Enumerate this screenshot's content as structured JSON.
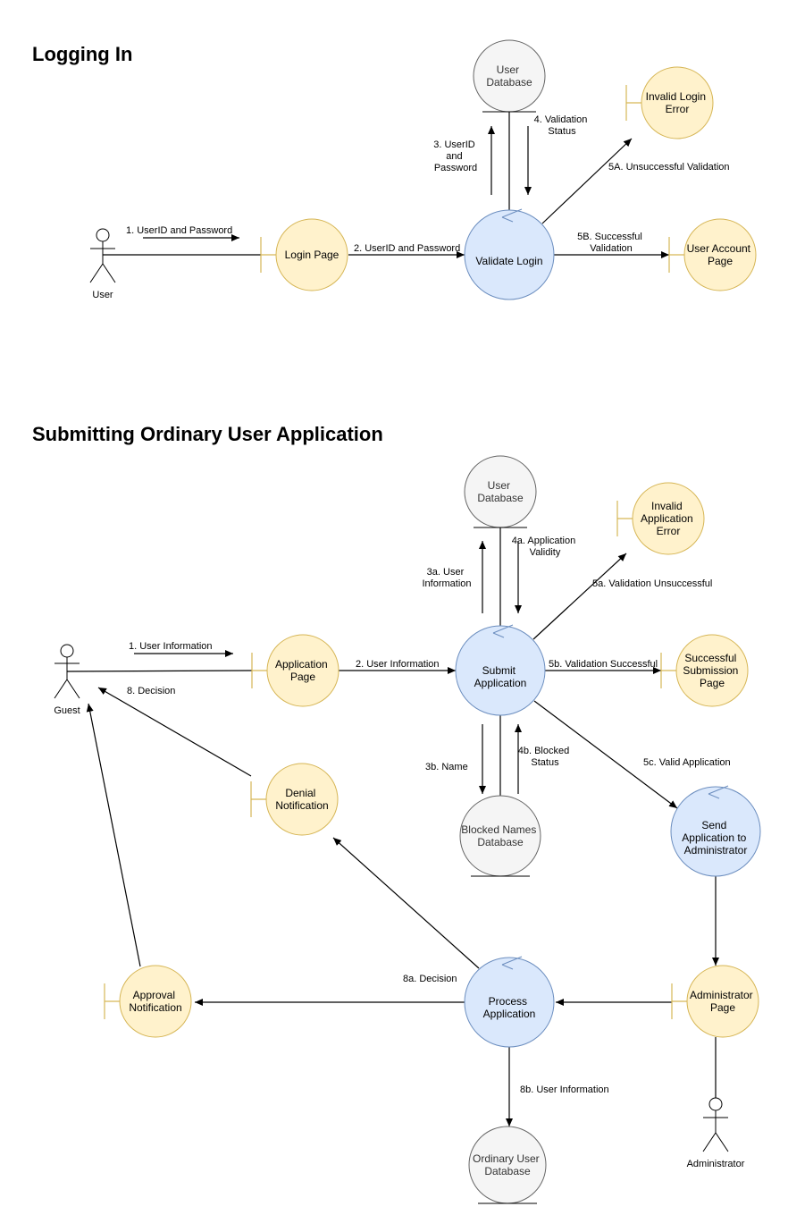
{
  "sections": [
    {
      "title": "Logging In"
    },
    {
      "title": "Submitting Ordinary User Application"
    }
  ],
  "actors": {
    "user": "User",
    "guest": "Guest",
    "administrator": "Administrator"
  },
  "login": {
    "nodes": {
      "login_page": [
        "Login Page"
      ],
      "validate_login": [
        "Validate Login"
      ],
      "user_database": [
        "User",
        "Database"
      ],
      "invalid_login_error": [
        "Invalid Login",
        "Error"
      ],
      "user_account_page": [
        "User Account",
        "Page"
      ]
    },
    "messages": {
      "m1": [
        "1. UserID and Password"
      ],
      "m2": [
        "2. UserID and Password"
      ],
      "m3": [
        "3. UserID",
        "and",
        "Password"
      ],
      "m4": [
        "4. Validation",
        "Status"
      ],
      "m5a": [
        "5A. Unsuccessful Validation"
      ],
      "m5b": [
        "5B. Successful",
        "Validation"
      ]
    }
  },
  "application": {
    "nodes": {
      "application_page": [
        "Application",
        "Page"
      ],
      "submit_application": [
        "Submit",
        "Application"
      ],
      "user_database": [
        "User",
        "Database"
      ],
      "invalid_application_error": [
        "Invalid",
        "Application",
        "Error"
      ],
      "successful_submission_page": [
        "Successful",
        "Submission",
        "Page"
      ],
      "blocked_names_database": [
        "Blocked Names",
        "Database"
      ],
      "send_to_admin": [
        "Send",
        "Application to",
        "Administrator"
      ],
      "denial_notification": [
        "Denial",
        "Notification"
      ],
      "administrator_page": [
        "Administrator",
        "Page"
      ],
      "process_application": [
        "Process",
        "Application"
      ],
      "approval_notification": [
        "Approval",
        "Notification"
      ],
      "ordinary_user_database": [
        "Ordinary User",
        "Database"
      ]
    },
    "messages": {
      "m1": [
        "1. User Information"
      ],
      "m2": [
        "2. User Information"
      ],
      "m3a": [
        "3a. User",
        "Information"
      ],
      "m4a": [
        "4a. Application",
        "Validity"
      ],
      "m5a": [
        "5a. Validation Unsuccessful"
      ],
      "m5b": [
        "5b. Validation Successful"
      ],
      "m5c": [
        "5c. Valid Application"
      ],
      "m3b": [
        "3b. Name"
      ],
      "m4b": [
        "4b. Blocked",
        "Status"
      ],
      "m8": [
        "8. Decision"
      ],
      "m8a": [
        "8a. Decision"
      ],
      "m8b": [
        "8b. User Information"
      ]
    }
  }
}
